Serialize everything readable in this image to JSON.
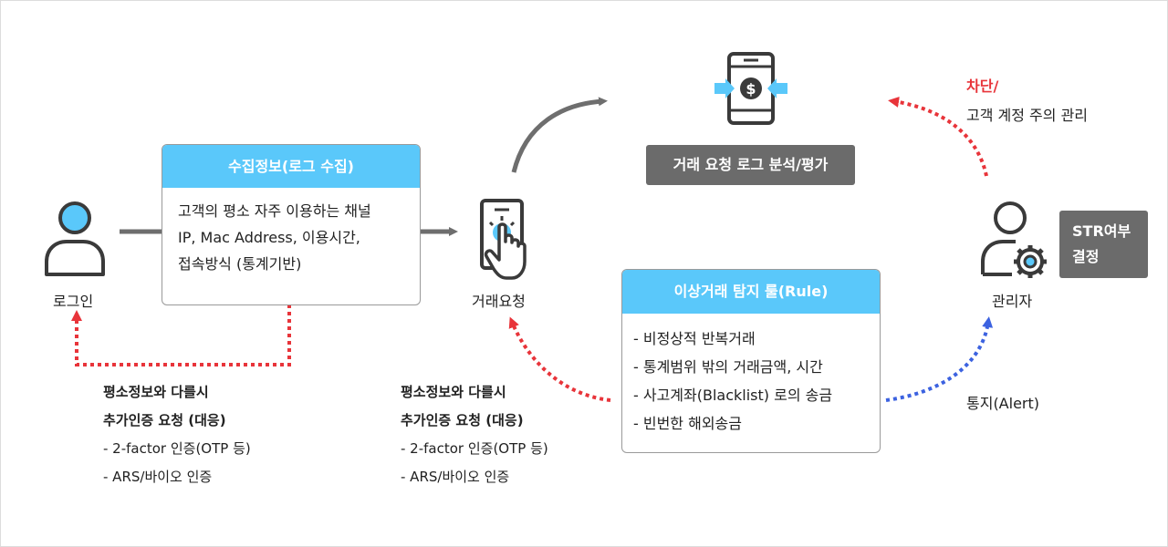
{
  "colors": {
    "accent_blue": "#5ac8fa",
    "arrow_red": "#e8343a",
    "arrow_blue": "#3c62e0",
    "dark_grey": "#6b6b6b",
    "icon_dark": "#3a3a3a",
    "line_grey": "#6e6e6e"
  },
  "nodes": {
    "login": {
      "label": "로그인"
    },
    "transaction": {
      "label": "거래요청"
    },
    "admin": {
      "label": "관리자"
    }
  },
  "collect_card": {
    "title": "수집정보(로그 수집)",
    "lines": [
      "고객의 평소 자주 이용하는 채널",
      "IP, Mac Address, 이용시간,",
      "접속방식 (통계기반)"
    ]
  },
  "rule_card": {
    "title": "이상거래 탐지 룰(Rule)",
    "lines": [
      "- 비정상적 반복거래",
      "- 통계범위 밖의 거래금액, 시간",
      "- 사고계좌(Blacklist) 로의 송금",
      "- 빈번한 해외송금"
    ]
  },
  "analysis_box": {
    "label": "거래 요청 로그 분석/평가"
  },
  "str_box": {
    "lines": [
      "STR여부",
      "결정"
    ]
  },
  "block_note": {
    "title": "차단/",
    "subtitle": "고객 계정 주의 관리"
  },
  "alert_note": {
    "label": "통지(Alert)"
  },
  "left_note": {
    "heading": [
      "평소정보와 다를시",
      "추가인증 요청 (대응)"
    ],
    "items": [
      "- 2-factor 인증(OTP 등)",
      "- ARS/바이오 인증"
    ]
  },
  "middle_note": {
    "heading": [
      "평소정보와 다를시",
      "추가인증 요청 (대응)"
    ],
    "items": [
      "- 2-factor 인증(OTP 등)",
      "- ARS/바이오 인증"
    ]
  },
  "icons": [
    "user-icon",
    "phone-tap-icon",
    "phone-dollar-icon",
    "admin-gear-icon"
  ]
}
